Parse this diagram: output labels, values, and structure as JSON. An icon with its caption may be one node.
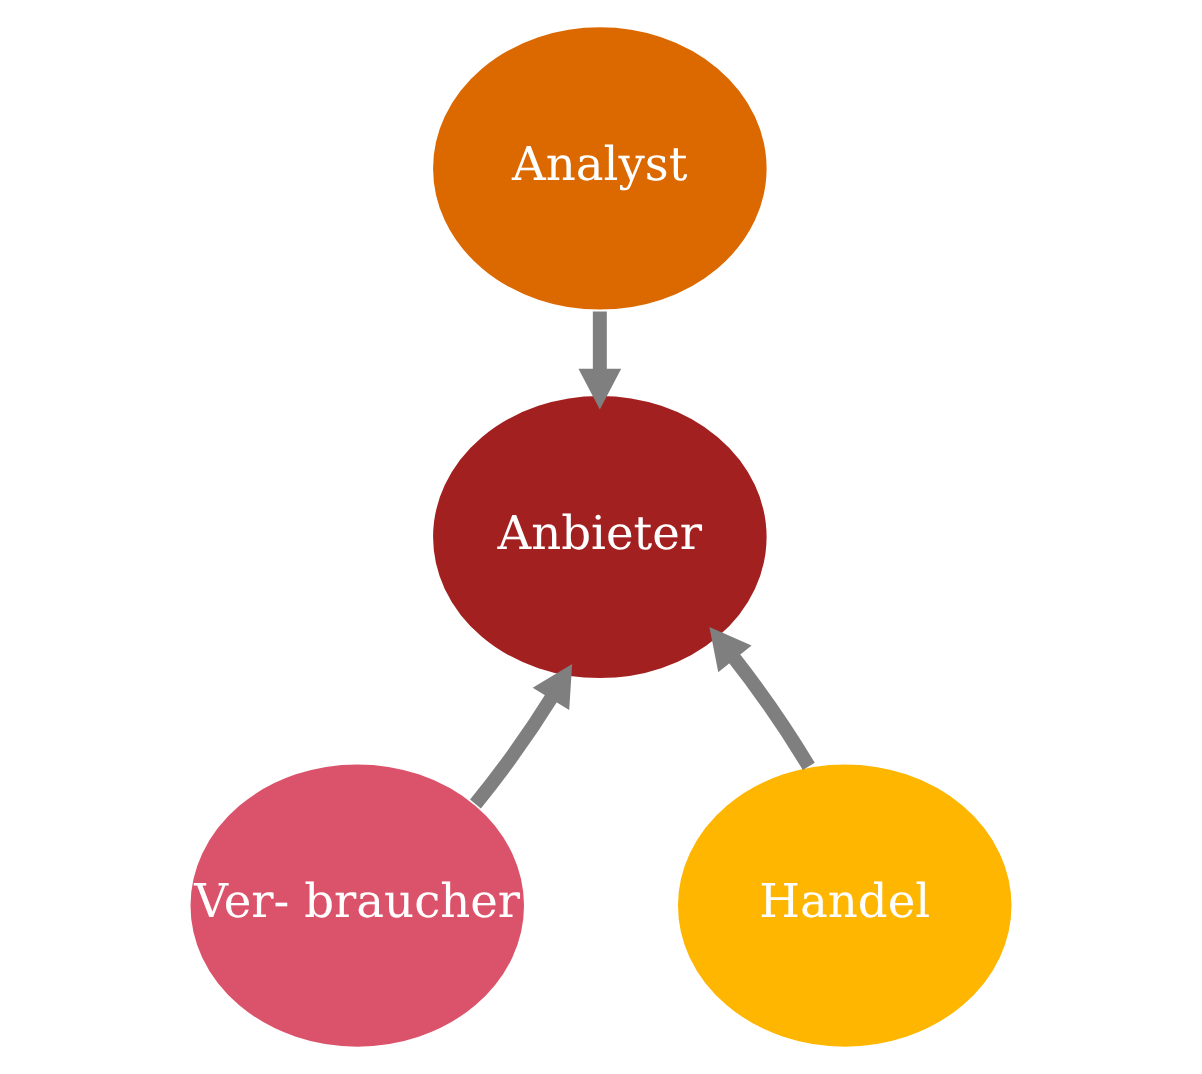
{
  "diagram": {
    "nodes": [
      {
        "text": [
          "Analyst"
        ]
      },
      {
        "text": [
          "Anbieter"
        ]
      },
      {
        "text": [
          "Ver- braucher"
        ]
      },
      {
        "text": [
          "Handel"
        ]
      }
    ],
    "edges": [
      {
        "from": 0,
        "to": 1,
        "arrow": "to"
      },
      {
        "from": 2,
        "to": 1,
        "arrow": "to"
      },
      {
        "from": 3,
        "to": 1,
        "arrow": "to"
      }
    ]
  }
}
